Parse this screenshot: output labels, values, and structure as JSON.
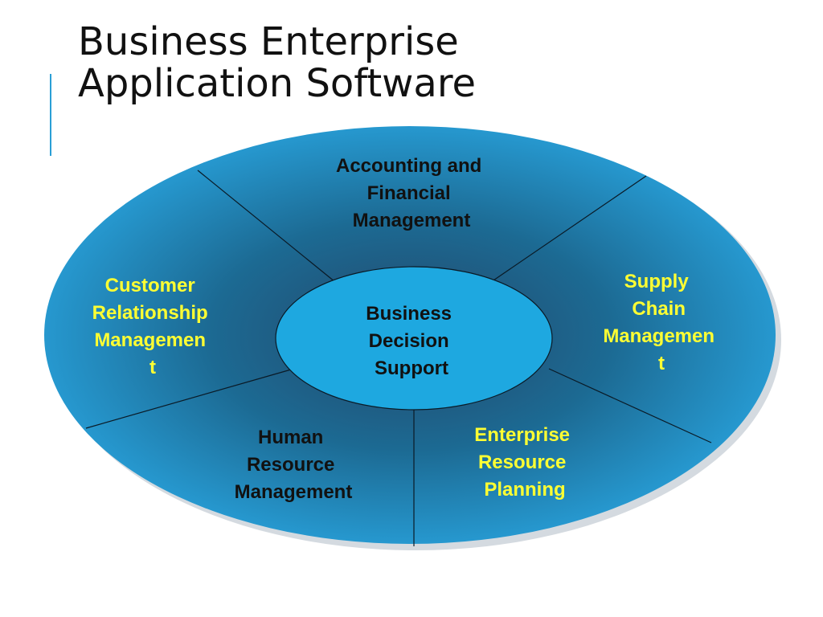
{
  "title": {
    "line1": "Business Enterprise",
    "line2": "Application Software"
  },
  "colors": {
    "outer_fill": "#1a6e99",
    "outer_rim": "#2a9ad6",
    "center_fill": "#1ea8e0",
    "accent": "#2a9fd6",
    "label_dark": "#111111",
    "label_yellow": "#ffff33"
  },
  "diagram": {
    "center": {
      "lines": [
        "Business",
        "Decision",
        "Support"
      ]
    },
    "segments": [
      {
        "id": "accounting",
        "lines": [
          "Accounting and",
          "Financial",
          "Management"
        ],
        "color": "dark"
      },
      {
        "id": "supply-chain",
        "lines": [
          "Supply",
          "Chain",
          "Managemen",
          "t"
        ],
        "color": "yellow"
      },
      {
        "id": "erp",
        "lines": [
          "Enterprise",
          "Resource",
          "Planning"
        ],
        "color": "yellow"
      },
      {
        "id": "hr",
        "lines": [
          "Human",
          "Resource",
          "Management"
        ],
        "color": "dark"
      },
      {
        "id": "crm",
        "lines": [
          "Customer",
          "Relationship",
          "Managemen",
          "t"
        ],
        "color": "yellow"
      }
    ]
  }
}
